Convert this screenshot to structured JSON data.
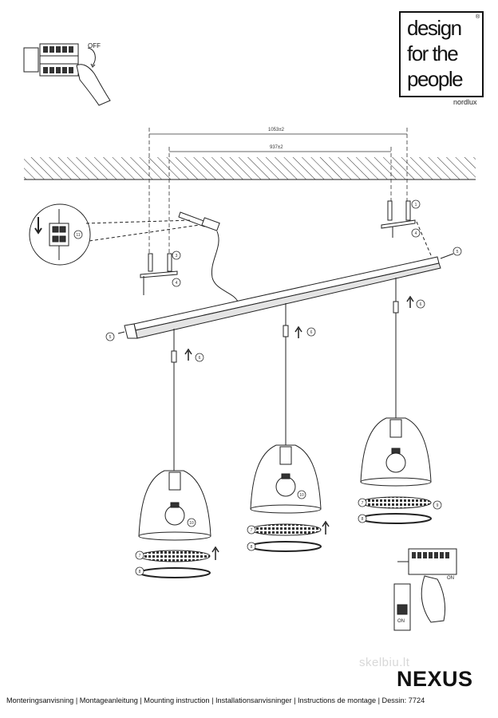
{
  "brand": {
    "lines": [
      "design",
      "for the",
      "people"
    ],
    "registered": "®",
    "sub": "nordlux"
  },
  "product": "NEXUS",
  "labels": {
    "off": "OFF",
    "on": "ON",
    "dim_outer": "1053±2",
    "dim_inner": "937±2"
  },
  "callouts": [
    "1",
    "2",
    "3",
    "4",
    "5",
    "6",
    "7",
    "8",
    "9",
    "10",
    "11"
  ],
  "footer": "Monteringsanvisning | Montageanleitung | Mounting instruction | Installationsanvisninger | Instructions de montage | Dessin: 7724",
  "watermark": "skelbiu.lt"
}
